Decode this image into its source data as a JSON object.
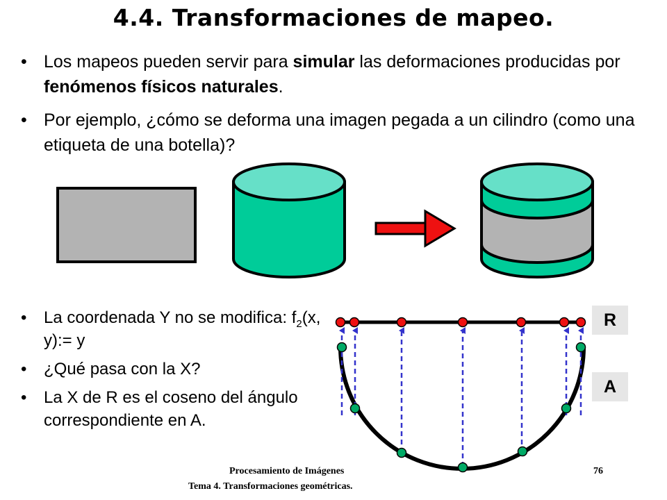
{
  "slide": {
    "title": "4.4. Transformaciones de mapeo.",
    "bullets_top": [
      {
        "parts": [
          {
            "text": "Los mapeos pueden servir para ",
            "bold": false
          },
          {
            "text": "simular",
            "bold": true
          },
          {
            "text": " las deformaciones producidas por ",
            "bold": false
          },
          {
            "text": "fenómenos físicos naturales",
            "bold": true
          },
          {
            "text": ".",
            "bold": false
          }
        ]
      },
      {
        "parts": [
          {
            "text": "Por ejemplo, ¿cómo se deforma una imagen pegada a un cilindro (como una etiqueta de una botella)?",
            "bold": false
          }
        ]
      }
    ],
    "bullets_bottom": [
      {
        "parts": [
          {
            "text": "La coordenada Y no se modifica: f",
            "bold": false
          },
          {
            "text": "2",
            "sub": true
          },
          {
            "text": "(x, y):= y",
            "bold": false
          }
        ]
      },
      {
        "parts": [
          {
            "text": "¿Qué pasa con la X?",
            "bold": false
          }
        ]
      },
      {
        "parts": [
          {
            "text": "La X de R es el coseno del ángulo correspondiente en A.",
            "bold": false
          }
        ]
      }
    ],
    "diagram": {
      "label_r": "R",
      "label_a": "A",
      "colors": {
        "image_gray": "#b3b3b3",
        "cylinder_body": "#00cc99",
        "cylinder_top": "#66e0c8",
        "arrow_red": "#ee1111",
        "point_red": "#ee1111",
        "point_green": "#00aa66",
        "dashed_blue": "#3333cc"
      }
    },
    "footer": {
      "course": "Procesamiento de Imágenes",
      "subtitle": "Tema 4. Transformaciones geométricas.",
      "page": "76"
    }
  }
}
